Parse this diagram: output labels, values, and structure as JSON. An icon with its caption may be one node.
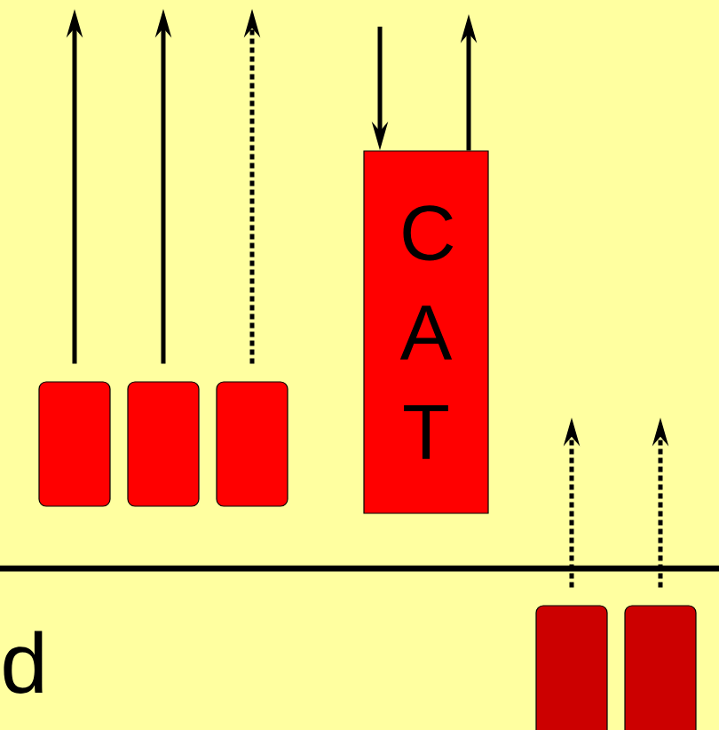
{
  "diagram": {
    "nodes": [
      {
        "text": [],
        "shape": "box"
      },
      {
        "text": [],
        "shape": "box"
      },
      {
        "text": [],
        "shape": "box"
      },
      {
        "text": [
          "C A T"
        ]
      },
      {
        "text": [],
        "shape": "box"
      },
      {
        "text": [],
        "shape": "box"
      }
    ],
    "edges": [
      {
        "from": 0,
        "to": null,
        "arrow": "to"
      },
      {
        "from": 1,
        "to": null,
        "arrow": "to"
      },
      {
        "from": 2,
        "to": null,
        "arrow": "to",
        "style": "dashed"
      },
      {
        "from": null,
        "to": 3,
        "arrow": "to"
      },
      {
        "from": 3,
        "to": null,
        "arrow": "to"
      },
      {
        "from": 4,
        "to": null,
        "arrow": "to",
        "style": "dashed"
      },
      {
        "from": 5,
        "to": null,
        "arrow": "to",
        "style": "dashed"
      }
    ],
    "labels": [
      "d"
    ]
  }
}
